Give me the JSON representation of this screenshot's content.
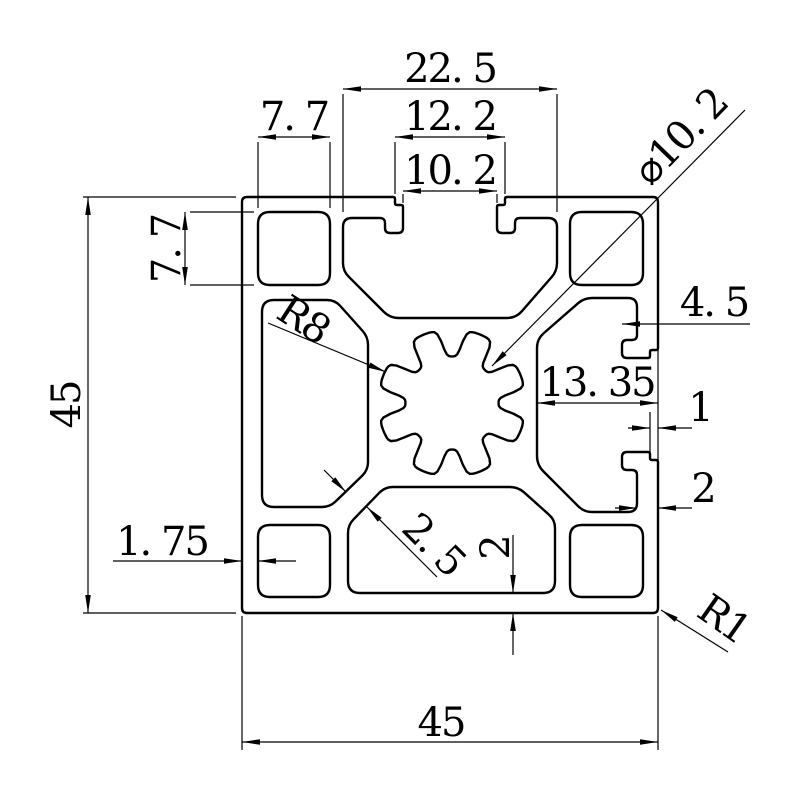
{
  "meta": {
    "background": "#ffffff",
    "line_color": "#000000",
    "text_color": "#000000",
    "drawing_type": "aluminium-extrusion-profile-cross-section"
  },
  "dims": {
    "overall_height": {
      "label": "45"
    },
    "overall_width": {
      "label": "45"
    },
    "slot_zone_width": {
      "label": "22. 5"
    },
    "slot_step_width": {
      "label": "12. 2"
    },
    "slot_opening_width": {
      "label": "10. 2"
    },
    "corner_pocket_width": {
      "label": "7. 7"
    },
    "corner_pocket_height": {
      "label": "7. 7"
    },
    "center_bore_diameter": {
      "label": "⌀10. 2"
    },
    "lip_depth": {
      "label": "4. 5"
    },
    "slot_floor_depth": {
      "label": "13. 35"
    },
    "lip_step": {
      "label": "1"
    },
    "side_wall_thickness": {
      "label": "2"
    },
    "center_bore_radius": {
      "label": "R8"
    },
    "outer_corner_radius": {
      "label": "R1"
    },
    "bottom_wall_thickness": {
      "label": "2"
    },
    "web_wall_thickness": {
      "label": "2. 5"
    },
    "left_wall_thickness": {
      "label": "1. 75"
    }
  }
}
